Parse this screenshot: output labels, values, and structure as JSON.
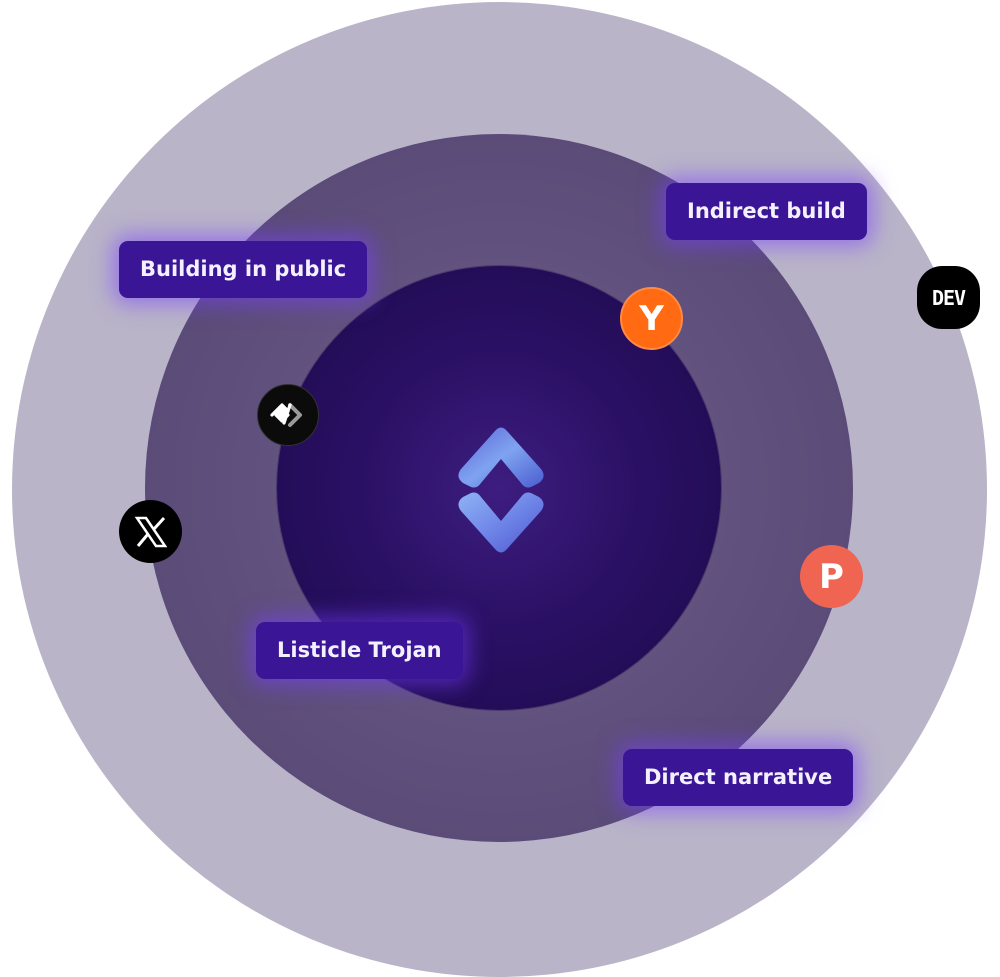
{
  "diagram": {
    "labels": {
      "building_in_public": "Building in public",
      "indirect_build": "Indirect build",
      "listicle_trojan": "Listicle Trojan",
      "direct_narrative": "Direct narrative"
    },
    "icons": [
      {
        "name": "y-combinator-icon",
        "glyph": "Y",
        "color": "#ff6a13"
      },
      {
        "name": "product-hunt-icon",
        "glyph": "P",
        "color": "#f06452"
      },
      {
        "name": "dev-to-icon",
        "glyph": "DEV",
        "color": "#000000"
      },
      {
        "name": "x-twitter-icon",
        "glyph": "𝕏",
        "color": "#000000"
      },
      {
        "name": "daily-dev-icon",
        "glyph": "</>",
        "color": "#0b0b0b"
      }
    ],
    "colors": {
      "outer_ring": "#b9b4c8",
      "middle_ring": "#5f4f7c",
      "inner_core": "#2a1064",
      "label_bg": "#3a1596",
      "label_text": "#f4f1ff",
      "logo": "#6f86e8"
    }
  }
}
